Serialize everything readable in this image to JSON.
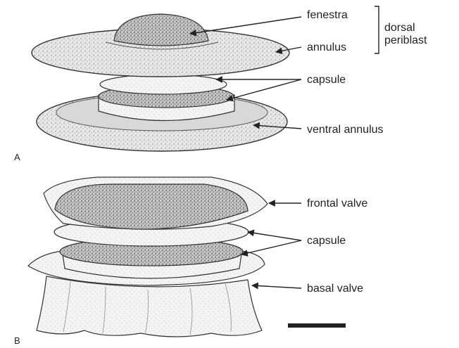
{
  "panels": {
    "a": {
      "letter": "A",
      "labels": {
        "fenestra": "fenestra",
        "annulus": "annulus",
        "group_line1": "dorsal",
        "group_line2": "periblast",
        "capsule": "capsule",
        "ventral_annulus": "ventral annulus"
      }
    },
    "b": {
      "letter": "B",
      "labels": {
        "frontal_valve": "frontal valve",
        "capsule": "capsule",
        "basal_valve": "basal valve"
      }
    }
  },
  "style": {
    "ink": "#222222",
    "stipple": "#9a9a9a",
    "fill_light": "#ededed",
    "fill_mid": "#d4d4d4",
    "fill_dark": "#b4b4b4"
  }
}
